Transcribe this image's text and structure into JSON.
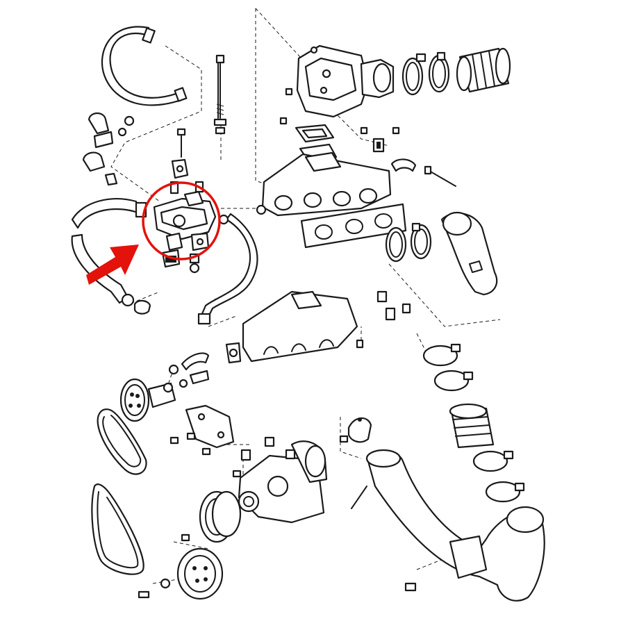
{
  "diagram": {
    "kind": "exploded-parts-view",
    "highlight": {
      "shape": "circle",
      "color": "#e3120b",
      "pointer": "arrow"
    }
  }
}
